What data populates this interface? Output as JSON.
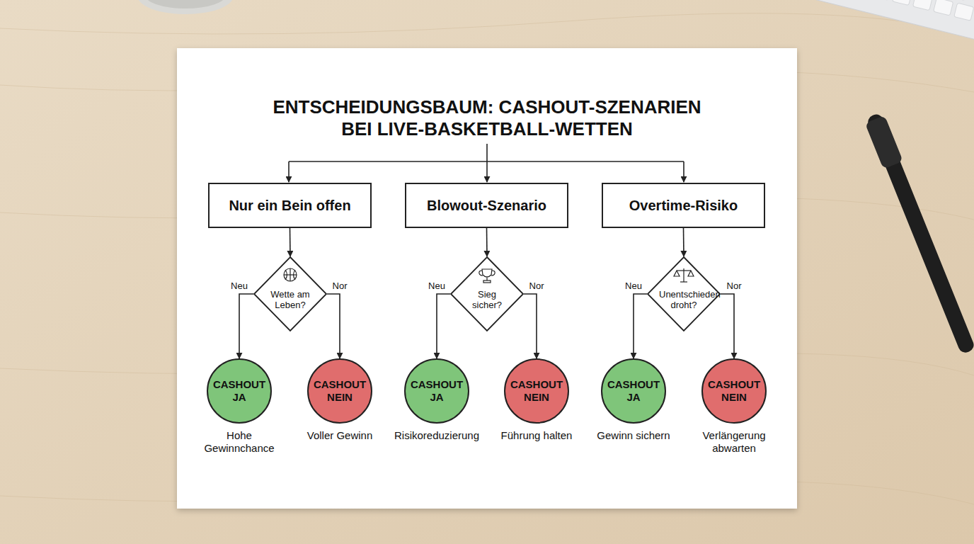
{
  "diagram": {
    "title": "ENTSCHEIDUNGSBAUM: CASHOUT-SZENARIEN BEI LIVE-BASKETBALL-WETTEN",
    "nodes": [
      {
        "text": [
          "Nur ein Bein offen"
        ]
      },
      {
        "text": [
          "Blowout-Szenario"
        ]
      },
      {
        "text": [
          "Overtime-Risiko"
        ]
      },
      {
        "text": [
          "Wette am Leben?"
        ]
      },
      {
        "text": [
          "Sieg sicher?"
        ]
      },
      {
        "text": [
          "Unentschieden droht?"
        ]
      },
      {
        "text": [
          "CASHOUT JA",
          "Hohe Gewinnchance"
        ]
      },
      {
        "text": [
          "CASHOUT NEIN",
          "Voller Gewinn"
        ]
      },
      {
        "text": [
          "CASHOUT JA",
          "Risikoreduzierung"
        ]
      },
      {
        "text": [
          "CASHOUT NEIN",
          "Führung halten"
        ]
      },
      {
        "text": [
          "CASHOUT JA",
          "Gewinn sichern"
        ]
      },
      {
        "text": [
          "CASHOUT NEIN",
          "Verlängerung abwarten"
        ]
      }
    ],
    "edges": [
      {
        "from": 0,
        "to": 3,
        "arrow": "to"
      },
      {
        "from": 1,
        "to": 4,
        "arrow": "to"
      },
      {
        "from": 2,
        "to": 5,
        "arrow": "to"
      },
      {
        "from": 3,
        "to": 6,
        "label": "Neu",
        "arrow": "to"
      },
      {
        "from": 3,
        "to": 7,
        "label": "Nor",
        "arrow": "to"
      },
      {
        "from": 4,
        "to": 8,
        "label": "Neu",
        "arrow": "to"
      },
      {
        "from": 4,
        "to": 9,
        "label": "Nor",
        "arrow": "to"
      },
      {
        "from": 5,
        "to": 10,
        "label": "Neu",
        "arrow": "to"
      },
      {
        "from": 5,
        "to": 11,
        "label": "Nor",
        "arrow": "to"
      }
    ]
  }
}
